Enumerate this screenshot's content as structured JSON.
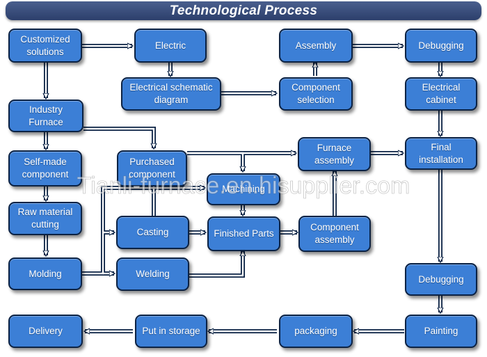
{
  "title": "Technological Process",
  "watermark": "Tianli-furnace.en.hisupplier.com",
  "colors": {
    "box_fill": "#3c7fd6",
    "box_border": "#0b2244",
    "title_bar": "#2c3f6b",
    "arrow": "#0b2244"
  },
  "nodes": {
    "customized": "Customized\nsolutions",
    "electric": "Electric",
    "assembly": "Assembly",
    "debugging_top": "Debugging",
    "elec_schematic": "Electrical schematic\ndiagram",
    "component_selection": "Component\nselection",
    "electrical_cabinet": "Electrical\ncabinet",
    "industry_furnace": "Industry\nFurnace",
    "self_made": "Self-made\ncomponent",
    "purchased": "Purchased\ncomponent",
    "furnace_assembly": "Furnace\nassembly",
    "final_installation": "Final\ninstallation",
    "machining": "Machining",
    "raw_material": "Raw material\ncutting",
    "casting": "Casting",
    "finished_parts": "Finished Parts",
    "component_assembly": "Component\nassembly",
    "molding": "Molding",
    "welding": "Welding",
    "debugging_bottom": "Debugging",
    "delivery": "Delivery",
    "put_in_storage": "Put in storage",
    "packaging": "packaging",
    "painting": "Painting"
  }
}
